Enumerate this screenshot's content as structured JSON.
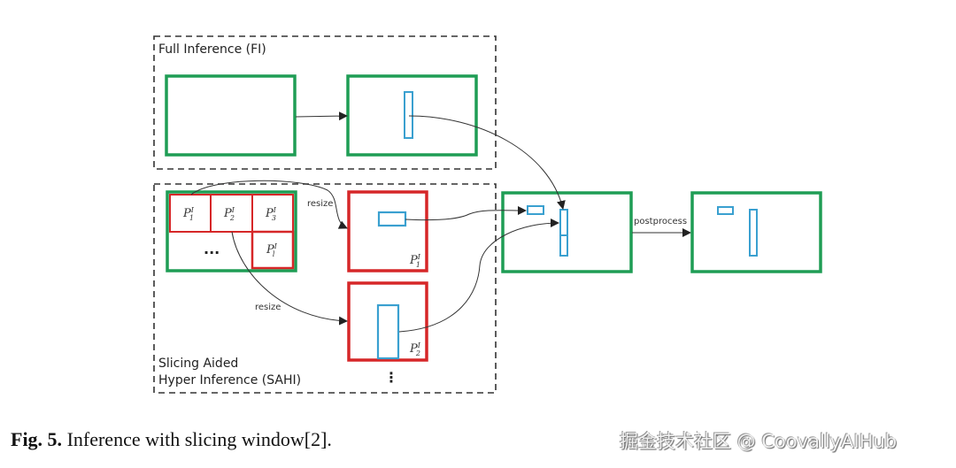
{
  "figure": {
    "fi_panel_title": "Full Inference (FI)",
    "sahi_panel_title_line1": "Slicing Aided",
    "sahi_panel_title_line2": "Hyper Inference (SAHI)",
    "resize_label_top": "resize",
    "resize_label_bottom": "resize",
    "postprocess_label": "postprocess",
    "slice_ellipsis": "...",
    "vertical_ellipsis": "⋮",
    "slices": [
      {
        "base": "P",
        "sup": "I",
        "sub": "1"
      },
      {
        "base": "P",
        "sup": "I",
        "sub": "2"
      },
      {
        "base": "P",
        "sup": "I",
        "sub": "3"
      },
      {
        "base": "P",
        "sup": "I",
        "sub": "l"
      }
    ],
    "resized_slices": [
      {
        "base": "P",
        "sup": "I",
        "sub": "1"
      },
      {
        "base": "P",
        "sup": "I",
        "sub": "2"
      }
    ],
    "colors": {
      "image_frame": "#1f9d55",
      "slice_frame": "#d62728",
      "detection_box": "#3aa0d0",
      "arrow": "#333333",
      "dashed_group": "#333333"
    }
  },
  "caption": {
    "label": "Fig. 5.",
    "text": " Inference with slicing window[2]."
  },
  "watermark": "掘金技术社区 @ CoovallyAIHub"
}
